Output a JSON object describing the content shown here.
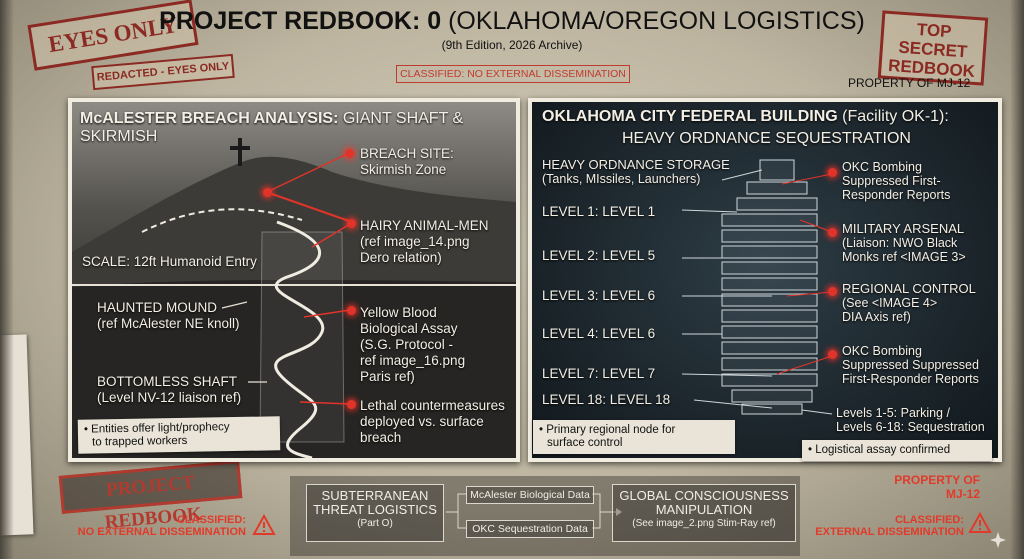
{
  "header": {
    "title_bold": "PROJECT REDBOOK: 0",
    "title_rest": "(OKLAHOMA/OREGON LOGISTICS)",
    "subtitle": "(9th Edition, 2026 Archive)",
    "classified_banner": "CLASSIFIED: NO EXTERNAL DISSEMINATION",
    "property": "PROPERTY OF MJ-12"
  },
  "stamps": {
    "eyes_only": "EYES ONLY",
    "redacted": "REDACTED - EYES ONLY",
    "top_secret_1": "TOP SECRET",
    "top_secret_2": "REDBOOK",
    "project_redbook": "PROJECT REDBOOK"
  },
  "left_panel": {
    "title_bold": "McALESTER BREACH ANALYSIS:",
    "title_rest": "GIANT SHAFT & SKIRMISH",
    "labels": {
      "breach_1": "BREACH SITE:",
      "breach_2": "Skirmish Zone",
      "hairy_1": "HAIRY ANIMAL-MEN",
      "hairy_2": "(ref image_14.png",
      "hairy_3": "Dero relation)",
      "scale": "SCALE: 12ft Humanoid Entry",
      "mound_1": "HAUNTED MOUND",
      "mound_2": "(ref McAlester NE knoll)",
      "yellow_1": "Yellow Blood",
      "yellow_2": "Biological Assay",
      "yellow_3": "(S.G. Protocol -",
      "yellow_4": "ref image_16.png",
      "yellow_5": "Paris ref)",
      "shaft_1": "BOTTOMLESS SHAFT",
      "shaft_2": "(Level NV-12 liaison ref)",
      "lethal_1": "Lethal countermeasures",
      "lethal_2": "deployed vs. surface",
      "lethal_3": "breach"
    },
    "note_1": "• Entities offer light/prophecy",
    "note_2": "to trapped workers"
  },
  "right_panel": {
    "title_bold": "OKLAHOMA CITY FEDERAL BUILDING",
    "title_rest": "(Facility OK-1):",
    "title_line2": "HEAVY ORDNANCE SEQUESTRATION",
    "left_labels": {
      "storage_1": "HEAVY ORDNANCE STORAGE",
      "storage_2": "(Tanks, MIssiles, Launchers)",
      "l1": "LEVEL 1: LEVEL 1",
      "l2": "LEVEL 2: LEVEL 5",
      "l3": "LEVEL 3: LEVEL 6",
      "l4": "LEVEL 4: LEVEL 6",
      "l7": "LEVEL 7: LEVEL 7",
      "l18": "LEVEL 18: LEVEL 18"
    },
    "right_labels": {
      "okc1_1": "OKC Bombing",
      "okc1_2": "Suppressed First-",
      "okc1_3": "Responder Reports",
      "mil_1": "MILITARY ARSENAL",
      "mil_2": "(Liaison: NWO Black",
      "mil_3": "Monks ref <IMAGE 3>",
      "reg_1": "REGIONAL CONTROL",
      "reg_2": "(See <IMAGE 4>",
      "reg_3": "DIA Axis ref)",
      "okc2_1": "OKC Bombing",
      "okc2_2": "Suppressed Suppressed",
      "okc2_3": "First-Responder Reports",
      "park_1": "Levels 1-5: Parking /",
      "park_2": "Levels 6-18: Sequestration"
    },
    "note_primary_1": "• Primary regional node for",
    "note_primary_2": "surface control",
    "note_assay": "• Logistical assay confirmed"
  },
  "flow": {
    "box1_1": "SUBTERRANEAN",
    "box1_2": "THREAT LOGISTICS",
    "box1_3": "(Part O)",
    "mid_top": "McAlester Biological Data",
    "mid_bottom": "OKC Sequestration Data",
    "box3_1": "GLOBAL CONSCIOUSNESS",
    "box3_2": "MANIPULATION",
    "box3_3": "(See image_2.png Stim-Ray ref)"
  },
  "footer": {
    "classified_left_1": "CLASSIFIED:",
    "classified_left_2": "NO EXTERNAL DISSEMINATION",
    "property_right_1": "PROPERTY OF",
    "property_right_2": "MJ-12",
    "classified_right_1": "CLASSIFIED:",
    "classified_right_2": "EXTERNAL DISSEMINATION"
  },
  "colors": {
    "accent_red": "#e0342a",
    "stamp_red": "#8a2a22",
    "panel_dark": "#1e2a31",
    "paper": "#d6cfbb"
  }
}
